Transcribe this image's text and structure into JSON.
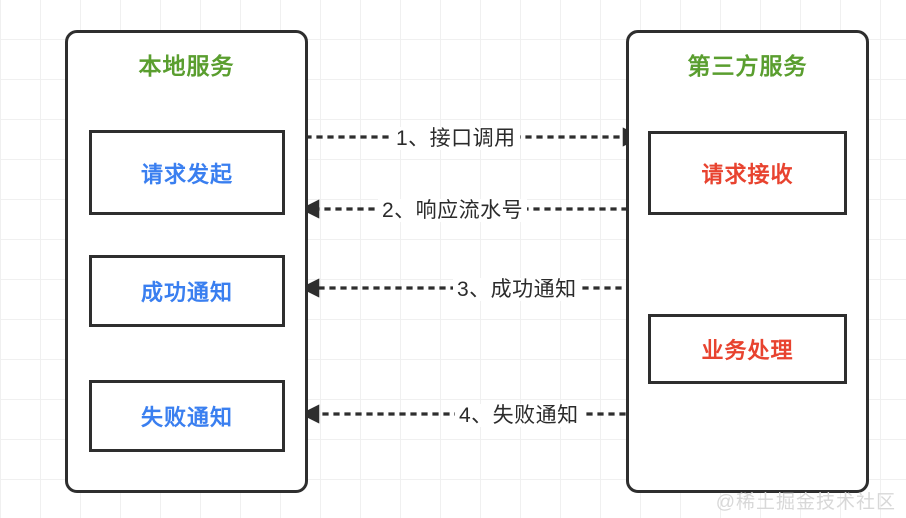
{
  "diagram": {
    "title_color": "#5a9e2f",
    "blue_color": "#3a7ff0",
    "red_color": "#e8432f",
    "line_color": "#2e2e2e",
    "containers": [
      {
        "id": "local-service",
        "title": "本地服务"
      },
      {
        "id": "third-service",
        "title": "第三方服务"
      }
    ],
    "nodes": [
      {
        "id": "request-send",
        "label": "请求发起",
        "side": "left",
        "color": "#3a7ff0"
      },
      {
        "id": "success-notify",
        "label": "成功通知",
        "side": "left",
        "color": "#3a7ff0"
      },
      {
        "id": "fail-notify",
        "label": "失败通知",
        "side": "left",
        "color": "#3a7ff0"
      },
      {
        "id": "request-receive",
        "label": "请求接收",
        "side": "right",
        "color": "#e8432f"
      },
      {
        "id": "business-process",
        "label": "业务处理",
        "side": "right",
        "color": "#e8432f"
      }
    ],
    "edges": [
      {
        "id": "edge-1",
        "label": "1、接口调用",
        "from": "request-send",
        "to": "request-receive",
        "direction": "right",
        "style": "dotted"
      },
      {
        "id": "edge-2",
        "label": "2、响应流水号",
        "from": "request-receive",
        "to": "request-send",
        "direction": "left",
        "style": "dotted"
      },
      {
        "id": "edge-3",
        "label": "3、成功通知",
        "from": "business-process",
        "to": "success-notify",
        "direction": "left",
        "style": "dotted"
      },
      {
        "id": "edge-4",
        "label": "4、失败通知",
        "from": "business-process",
        "to": "fail-notify",
        "direction": "left",
        "style": "dotted"
      }
    ]
  },
  "watermark": {
    "text": "@稀土掘金技术社区"
  }
}
